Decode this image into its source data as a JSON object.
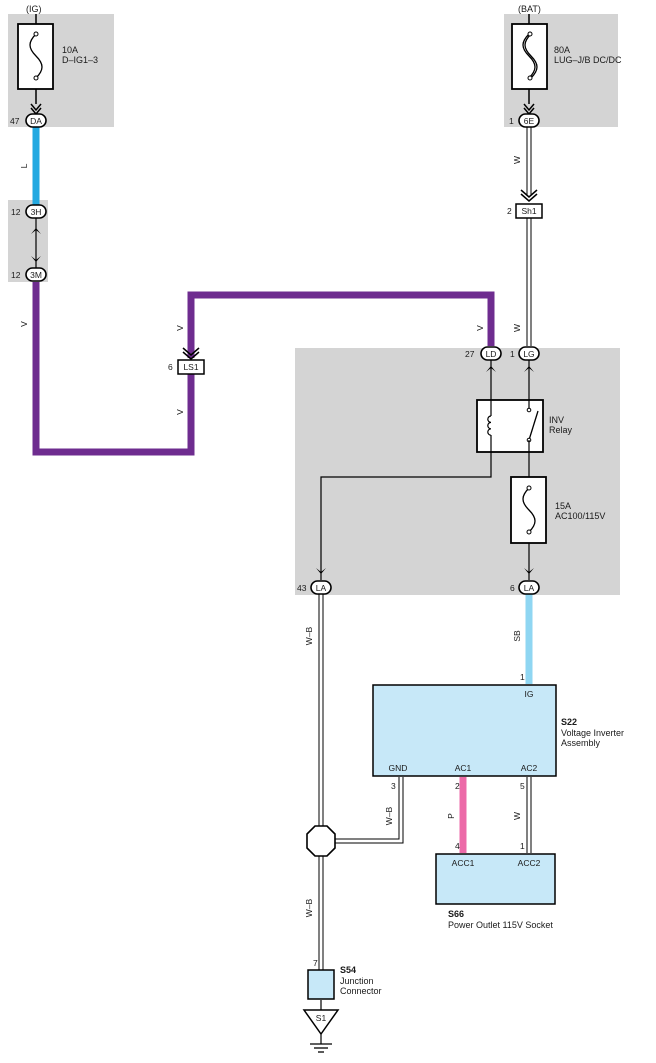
{
  "power_sources": {
    "ig": {
      "label": "(IG)",
      "fuse_rating": "10A",
      "fuse_name": "D–IG1–3"
    },
    "bat": {
      "label": "(BAT)",
      "fuse_rating": "80A",
      "fuse_name": "LUG–J/B DC/DC"
    }
  },
  "connectors": {
    "da": {
      "pin": "47",
      "name": "DA"
    },
    "e6": {
      "pin": "1",
      "name": "6E"
    },
    "h3": {
      "pin": "12",
      "name": "3H"
    },
    "m3": {
      "pin": "12",
      "name": "3M"
    },
    "sh1": {
      "pin": "2",
      "name": "Sh1"
    },
    "ls1": {
      "pin": "6",
      "name": "LS1"
    },
    "ld": {
      "pin": "27",
      "name": "LD"
    },
    "lg": {
      "pin": "1",
      "name": "LG"
    },
    "la_left": {
      "pin": "43",
      "name": "LA"
    },
    "la_right": {
      "pin": "6",
      "name": "LA"
    }
  },
  "wire_colors": {
    "l": "L",
    "w_bat": "W",
    "v_left": "V",
    "v_top_left": "V",
    "v_top_right": "V",
    "v_ls1": "V",
    "w_lg": "W",
    "wb_left": "W–B",
    "sb": "SB",
    "wb_gnd": "W–B",
    "p": "P",
    "w_ac2": "W",
    "wb_bottom": "W–B"
  },
  "colors": {
    "l_wire": "#23a9e1",
    "v_wire": "#6e2c8f",
    "sb_wire": "#8fd6f2",
    "p_wire": "#ec6aa8",
    "junction_block": "#d4d4d4",
    "component_fill": "#c7e8f8"
  },
  "relay": {
    "name": "INV",
    "sub": "Relay"
  },
  "fuse_15a": {
    "rating": "15A",
    "name": "AC100/115V"
  },
  "s22": {
    "id": "S22",
    "name_line1": "Voltage Inverter",
    "name_line2": "Assembly",
    "pins": {
      "ig": {
        "num": "1",
        "label": "IG"
      },
      "gnd": {
        "num": "3",
        "label": "GND"
      },
      "ac1": {
        "num": "2",
        "label": "AC1"
      },
      "ac2": {
        "num": "5",
        "label": "AC2"
      }
    }
  },
  "s66": {
    "id": "S66",
    "name": "Power Outlet 115V Socket",
    "pins": {
      "acc1": {
        "num": "4",
        "label": "ACC1"
      },
      "acc2": {
        "num": "1",
        "label": "ACC2"
      }
    }
  },
  "s54": {
    "id": "S54",
    "name_line1": "Junction",
    "name_line2": "Connector",
    "pin": "7"
  },
  "ground": {
    "label": "S1"
  }
}
